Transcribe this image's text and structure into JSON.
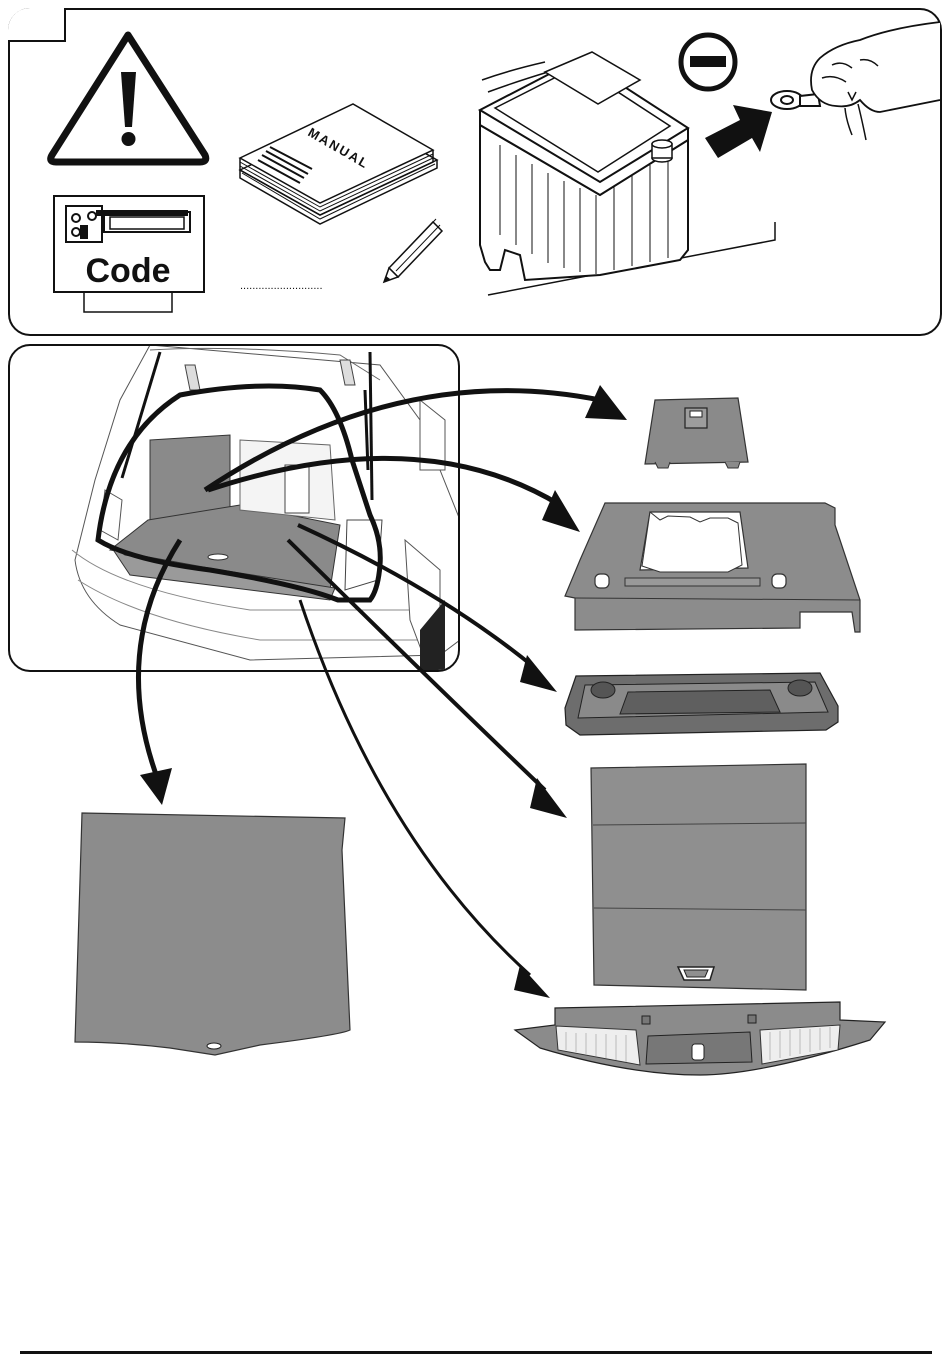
{
  "top_panel": {
    "code_label": "Code",
    "manual_label": "MANUAL",
    "manual_note_line": "...........................",
    "battery_terminal_sign": "−"
  },
  "icons": [
    "warning-icon",
    "radio-code-icon",
    "manual-book-icon",
    "pencil-icon",
    "battery-icon",
    "minus-terminal-icon",
    "arrow-right-icon",
    "hand-icon"
  ],
  "parts": [
    "upper-cover-panel",
    "floor-frame-panel",
    "foam-tray",
    "load-floor-board",
    "loading-sill-trim",
    "trunk-floor-mat"
  ],
  "colors": {
    "part_fill": "#8a8a8a",
    "part_dark": "#6e6e6e",
    "line": "#111111"
  }
}
